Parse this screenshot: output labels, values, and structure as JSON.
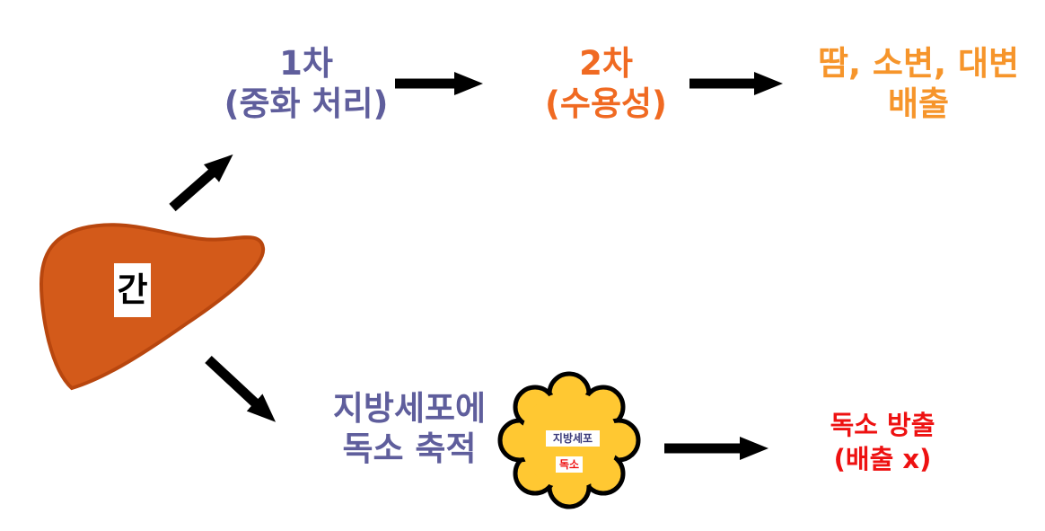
{
  "liver": {
    "label": "간",
    "color": "#d35a1a"
  },
  "primary_processing": {
    "line1": "1차",
    "line2": "(중화 처리)",
    "color": "#5f5e9c"
  },
  "secondary_processing": {
    "line1": "2차",
    "line2": "(수용성)",
    "color": "#f06a22"
  },
  "excretion": {
    "line1": "땀, 소변, 대변",
    "line2": "배출",
    "color": "#f6952b"
  },
  "fat_storage": {
    "line1": "지방세포에",
    "line2": "독소 축적",
    "color": "#5f5e9c"
  },
  "fat_cell": {
    "label": "지방세포",
    "toxin": "독소",
    "color": "#ffc832"
  },
  "toxin_release": {
    "line1": "독소 방출",
    "line2": "(배출 x)",
    "color": "#ee1111"
  },
  "arrow_color": "#000000"
}
